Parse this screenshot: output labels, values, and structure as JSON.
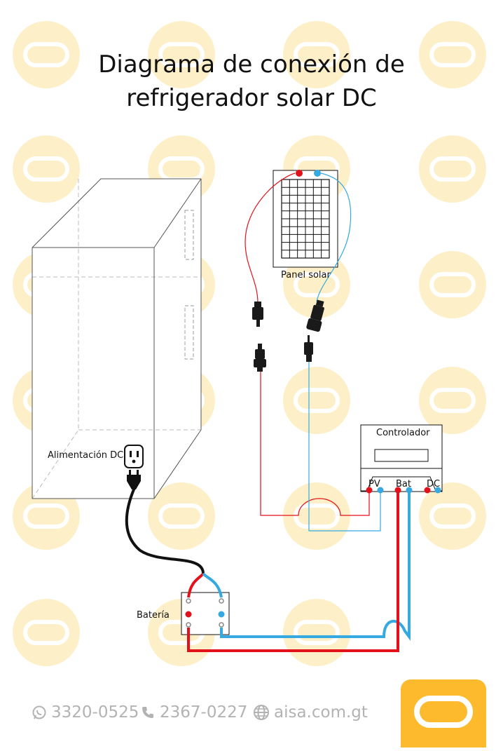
{
  "title": {
    "line1": "Diagrama de conexión de",
    "line2": "refrigerador solar DC"
  },
  "labels": {
    "panel": "Panel solar",
    "controller": "Controlador",
    "pv": "PV",
    "bat": "Bat",
    "dc": "DC",
    "power_input": "Alimentación DC",
    "battery": "Batería"
  },
  "contact": {
    "whatsapp": "3320-0525",
    "phone": "2367-0227",
    "website": "aisa.com.gt"
  },
  "icons": [
    "whatsapp-icon",
    "phone-icon",
    "globe-icon",
    "logo"
  ],
  "colors": {
    "positive": "#e3121a",
    "negative": "#35a9e0",
    "cable": "#111111",
    "watermark": "#fdf0c8",
    "brand": "#fdba2d"
  }
}
